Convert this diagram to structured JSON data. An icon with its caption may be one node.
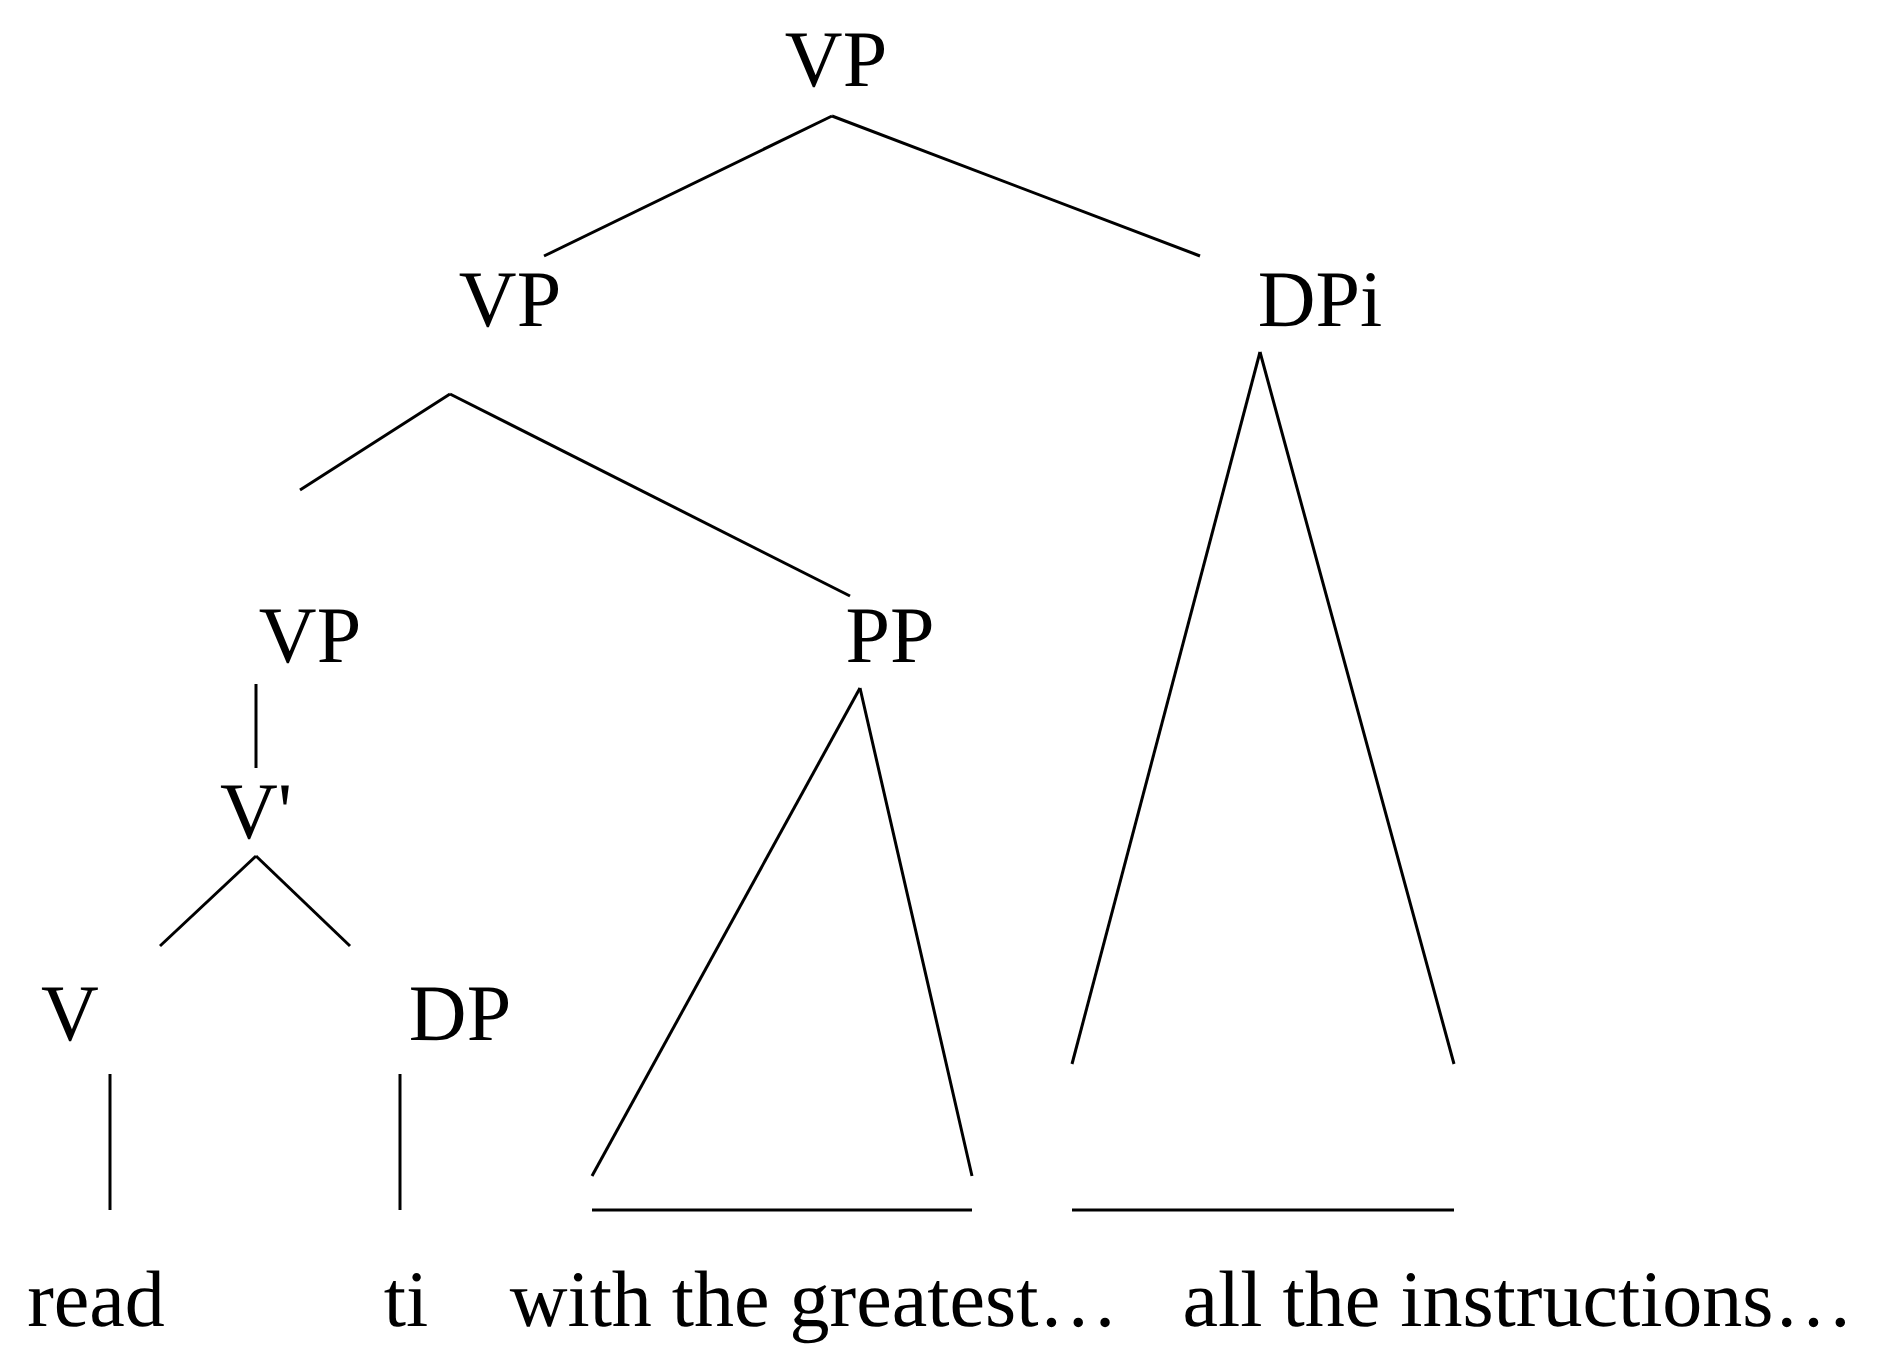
{
  "diagram": {
    "nodes": [
      {
        "text": [
          "VP"
        ]
      },
      {
        "text": [
          "VP"
        ]
      },
      {
        "text": [
          "DPi"
        ]
      },
      {
        "text": [
          "VP"
        ]
      },
      {
        "text": [
          "PP"
        ]
      },
      {
        "text": [
          "V'"
        ]
      },
      {
        "text": [
          "V"
        ]
      },
      {
        "text": [
          "DP"
        ]
      },
      {
        "text": [
          "read"
        ]
      },
      {
        "text": [
          "ti"
        ]
      },
      {
        "text": [
          "with the greatest…"
        ]
      },
      {
        "text": [
          "all the instructions…"
        ]
      }
    ],
    "edges": [
      {
        "from": 0,
        "to": 1,
        "arrow": "none"
      },
      {
        "from": 0,
        "to": 2,
        "arrow": "none"
      },
      {
        "from": 1,
        "to": 3,
        "arrow": "none"
      },
      {
        "from": 1,
        "to": 4,
        "arrow": "none"
      },
      {
        "from": 3,
        "to": 5,
        "arrow": "none"
      },
      {
        "from": 5,
        "to": 6,
        "arrow": "none"
      },
      {
        "from": 5,
        "to": 7,
        "arrow": "none"
      },
      {
        "from": 6,
        "to": 8,
        "arrow": "none"
      },
      {
        "from": 7,
        "to": 9,
        "arrow": "none"
      },
      {
        "from": 4,
        "to": 10,
        "arrow": "none"
      },
      {
        "from": 2,
        "to": 11,
        "arrow": "none"
      }
    ]
  }
}
